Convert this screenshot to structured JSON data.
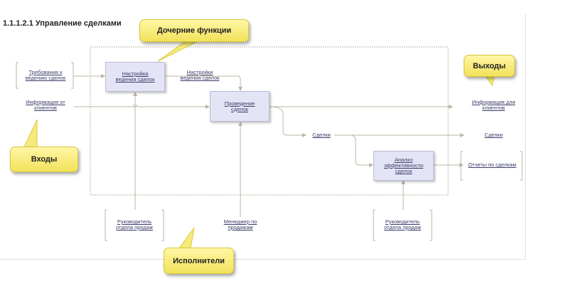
{
  "title": "1.1.1.2.1 Управление сделками",
  "callouts": {
    "children": "Дочерние функции",
    "outputs": "Выходы",
    "inputs": "Входы",
    "performers": "Исполнители"
  },
  "functions": {
    "setup": [
      "Настройка",
      "ведения сделок"
    ],
    "conduct": [
      "Проведение",
      "сделок"
    ],
    "analysis": [
      "Анализ",
      "эффективности",
      "сделок"
    ]
  },
  "inputs": {
    "requirements": [
      "Требования к",
      "ведению сделок"
    ],
    "client_info": [
      "Информация от",
      "клиентов"
    ]
  },
  "outputs": {
    "client_info_out": [
      "Информация для",
      "клиентов"
    ],
    "deals": "Сделки",
    "reports": "Отчеты по сделкам"
  },
  "intermediate": {
    "settings": [
      "Настройки",
      "ведения сделок"
    ],
    "deals": "Сделки"
  },
  "performers": {
    "head_sales_1": [
      "Руководитель",
      "отдела продаж"
    ],
    "manager": [
      "Менеджер по",
      "продажам"
    ],
    "head_sales_2": [
      "Руководитель",
      "отдела продаж"
    ]
  },
  "colors": {
    "line": "#b9b6a2",
    "box_fill": "#e3e4f5",
    "callout": "#f6ea7a",
    "text": "#3c3c6a"
  }
}
